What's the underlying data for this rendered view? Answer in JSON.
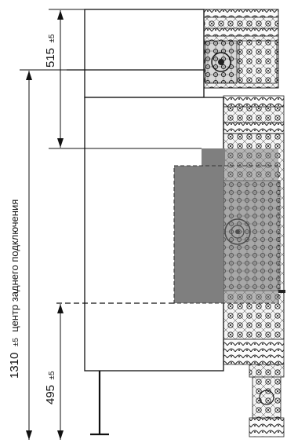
{
  "dimensions": {
    "total": {
      "value": "1310",
      "tolerance": "±5",
      "description": "центр заднего подключения"
    },
    "top": {
      "value": "515",
      "tolerance": "±5"
    },
    "bottom": {
      "value": "495",
      "tolerance": "±5"
    }
  },
  "colors": {
    "line": "#111111",
    "firebox": "#7f7f7f",
    "firebox_light": "#9a9a9a",
    "tile_outline": "#222222"
  },
  "icons": {
    "arrow": "filled-triangle-arrowhead",
    "tiles": "ornamental-stove-tiles"
  }
}
